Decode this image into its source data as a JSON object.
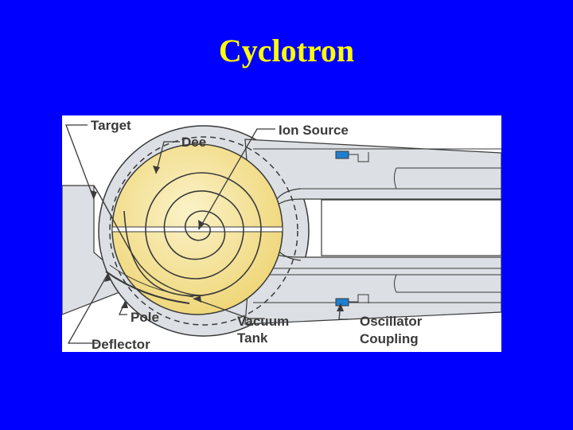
{
  "slide": {
    "title": "Cyclotron"
  },
  "diagram": {
    "labels": {
      "target": "Target",
      "dee": "Dee",
      "ion_source": "Ion Source",
      "pole": "Pole",
      "deflector": "Deflector",
      "vacuum_tank_line1": "Vacuum",
      "vacuum_tank_line2": "Tank",
      "oscillator_line1": "Oscillator",
      "oscillator_line2": "Coupling"
    },
    "colors": {
      "background": "#0000ff",
      "title": "#ffff00",
      "dee_fill": "#f3df8a",
      "housing_fill": "#dcdfe3",
      "outline": "#3a3a3a",
      "coupling_block": "#1e7fd0"
    }
  }
}
